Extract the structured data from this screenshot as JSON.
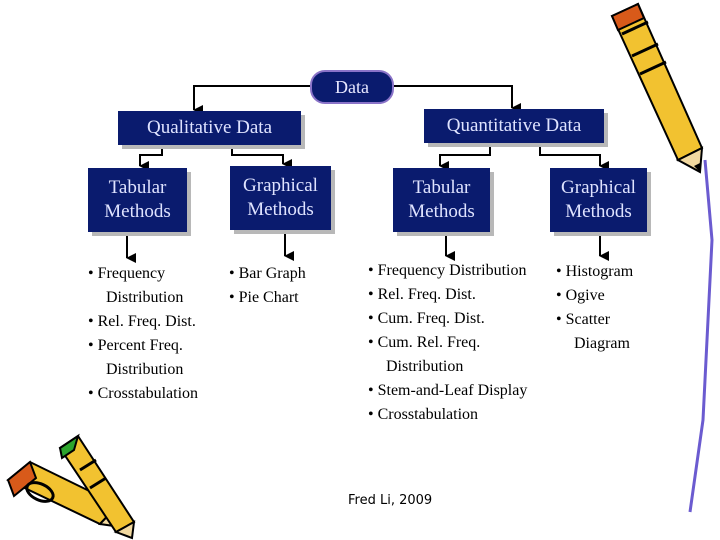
{
  "root": "Data",
  "branches": [
    {
      "label": "Qualitative Data"
    },
    {
      "label": "Quantitative Data"
    }
  ],
  "methods": [
    {
      "label": "Tabular\nMethods",
      "items": [
        "Frequency Distribution",
        "Rel. Freq. Dist.",
        "Percent Freq. Distribution",
        "Crosstabulation"
      ]
    },
    {
      "label": "Graphical\nMethods",
      "items": [
        "Bar Graph",
        "Pie Chart"
      ]
    },
    {
      "label": "Tabular\nMethods",
      "items": [
        "Frequency Distribution",
        "Rel. Freq. Dist.",
        "Cum. Freq. Dist.",
        "Cum. Rel. Freq. Distribution",
        "Stem-and-Leaf Display",
        "Crosstabulation"
      ]
    },
    {
      "label": "Graphical\nMethods",
      "items": [
        "Histogram",
        "Ogive",
        "Scatter Diagram"
      ]
    }
  ],
  "credit": "Fred Li, 2009",
  "colors": {
    "box": "#0a1b6e",
    "box_text": "#dfe3ff",
    "pencil_body": "#f2c230",
    "pencil_stripe": "#d85a1a"
  }
}
